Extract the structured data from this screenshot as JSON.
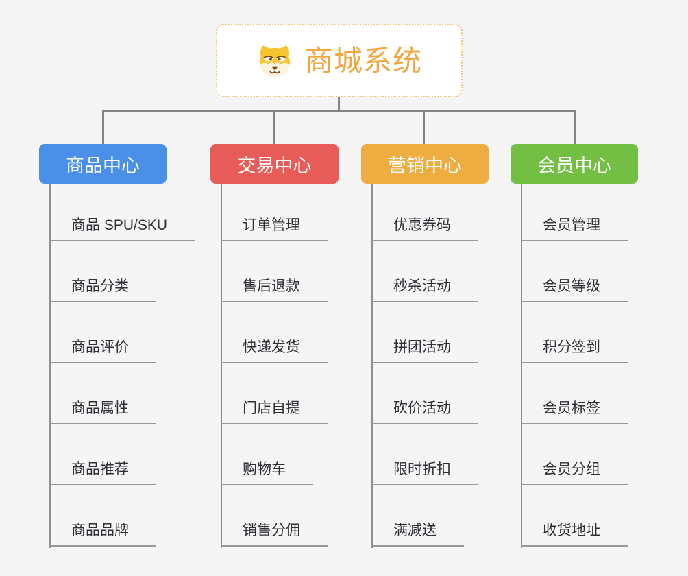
{
  "root": {
    "title": "商城系统",
    "icon": "shiba-dog-icon"
  },
  "branches": [
    {
      "label": "商品中心",
      "color": "#4b90e8",
      "items": [
        "商品 SPU/SKU",
        "商品分类",
        "商品评价",
        "商品属性",
        "商品推荐",
        "商品品牌"
      ]
    },
    {
      "label": "交易中心",
      "color": "#e75b58",
      "items": [
        "订单管理",
        "售后退款",
        "快递发货",
        "门店自提",
        "购物车",
        "销售分佣"
      ]
    },
    {
      "label": "营销中心",
      "color": "#eead41",
      "items": [
        "优惠券码",
        "秒杀活动",
        "拼团活动",
        "砍价活动",
        "限时折扣",
        "满减送"
      ]
    },
    {
      "label": "会员中心",
      "color": "#72bf43",
      "items": [
        "会员管理",
        "会员等级",
        "积分签到",
        "会员标签",
        "会员分组",
        "收货地址"
      ]
    }
  ],
  "colors": {
    "background": "#f5f5f5",
    "root_border": "#f2c47e",
    "root_title": "#f0a73f",
    "connector_line": "#828487",
    "item_underline": "#96989b",
    "item_text": "#2e3136",
    "header_text": "#ffffff"
  }
}
